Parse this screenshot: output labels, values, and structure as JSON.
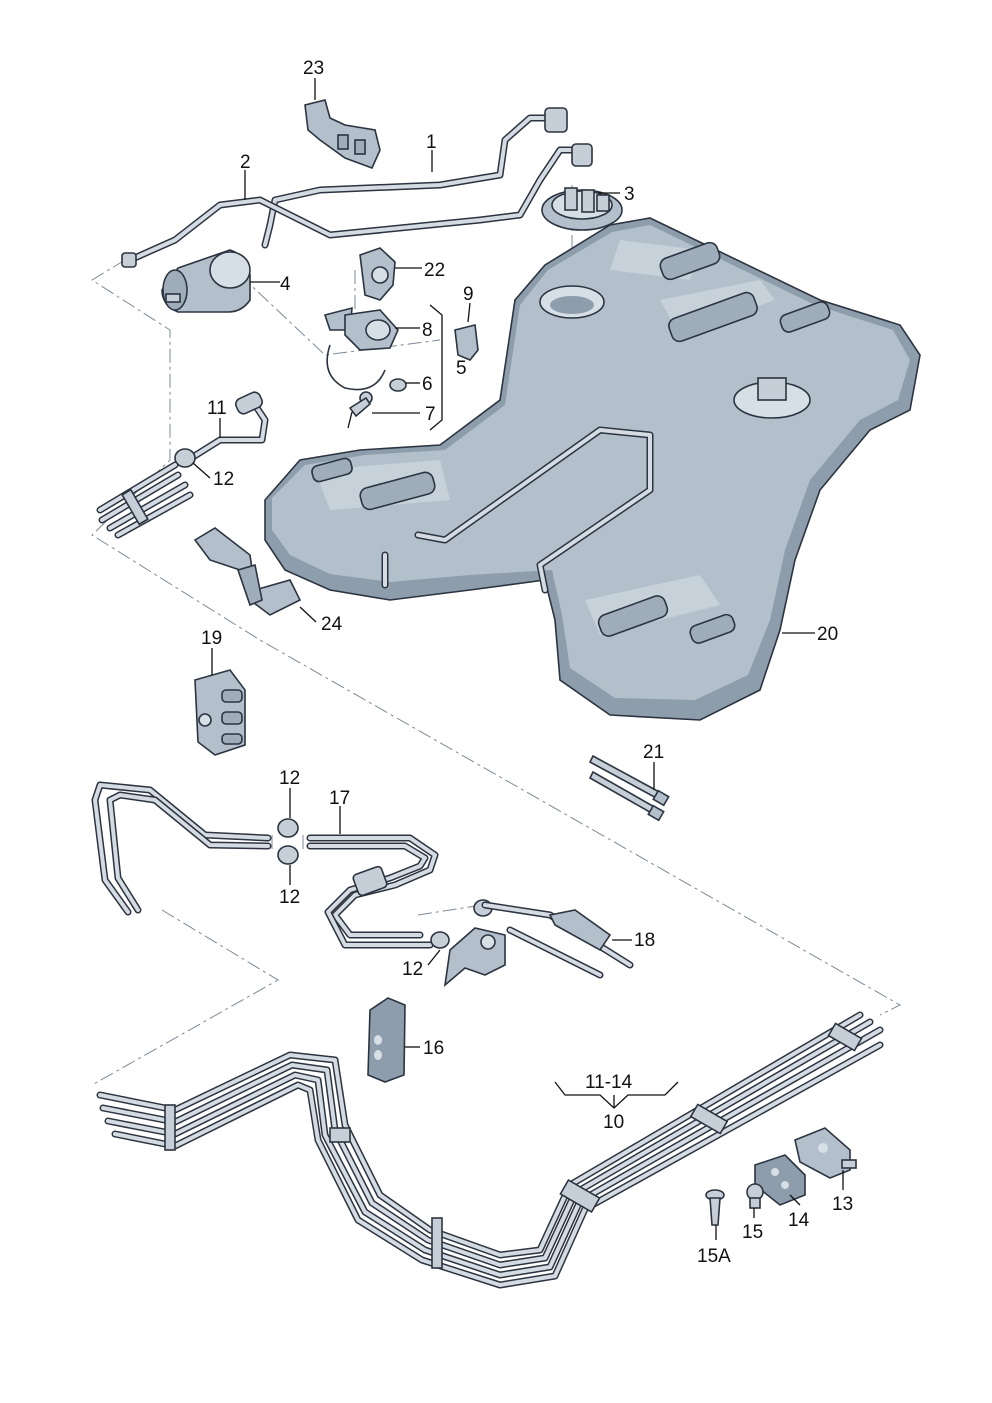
{
  "colors": {
    "tank_fill": "#b3c0cc",
    "tank_shade": "#8e9dac",
    "tank_light": "#d6dee6",
    "outline": "#2b3440",
    "pipe_light": "#d4dbe2",
    "dash_line": "#7d8a99",
    "label": "#111111"
  },
  "labels": {
    "p1": "1",
    "p2": "2",
    "p3": "3",
    "p4": "4",
    "p5": "5",
    "p6": "6",
    "p7": "7",
    "p8": "8",
    "p9": "9",
    "p10": "10",
    "p11": "11",
    "p11_14": "11-14",
    "p12_a": "12",
    "p12_b": "12",
    "p12_c": "12",
    "p12_d": "12",
    "p13": "13",
    "p14": "14",
    "p15": "15",
    "p15a": "15A",
    "p16": "16",
    "p17": "17",
    "p18": "18",
    "p19": "19",
    "p20": "20",
    "p21": "21",
    "p22": "22",
    "p23": "23",
    "p24": "24"
  },
  "icons": {
    "tank": "fuel-tank-icon",
    "filter": "fuel-filter-icon",
    "flange": "sender-flange-icon",
    "clip": "pipe-clip-icon",
    "hose_clamp": "hose-clamp-icon",
    "cable_tie": "cable-tie-icon",
    "rivet": "rivet-icon",
    "bolt": "bolt-icon",
    "nut": "nut-icon"
  }
}
